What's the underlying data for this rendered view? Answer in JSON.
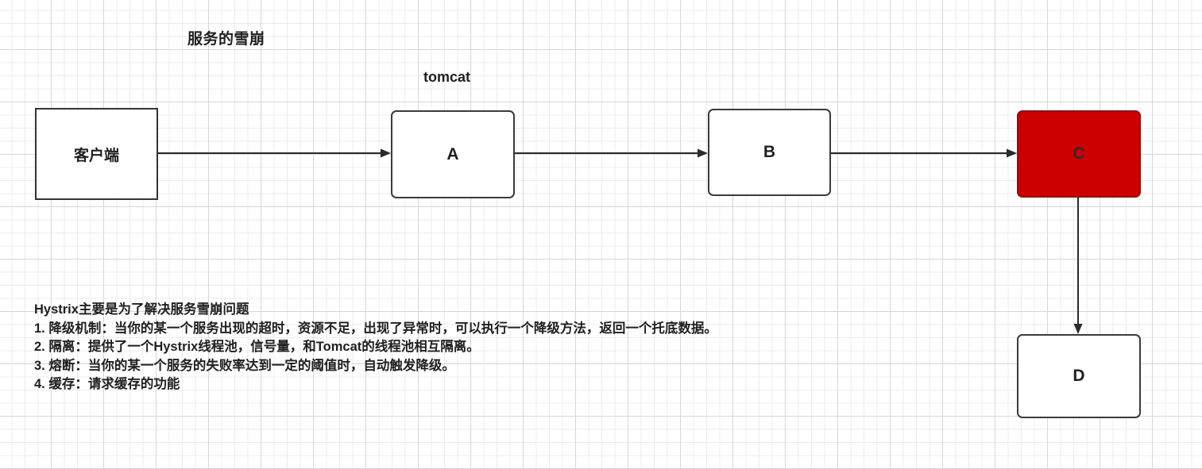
{
  "diagram": {
    "title": "服务的雪崩",
    "annotation_tomcat": "tomcat",
    "nodes": [
      {
        "id": "client",
        "label": "客户端",
        "shape": "rectangle",
        "fill": "#ffffff",
        "border": "#333333"
      },
      {
        "id": "a",
        "label": "A",
        "shape": "rounded-rectangle",
        "fill": "#ffffff",
        "border": "#3b3b3b"
      },
      {
        "id": "b",
        "label": "B",
        "shape": "rounded-rectangle",
        "fill": "#ffffff",
        "border": "#3b3b3b"
      },
      {
        "id": "c",
        "label": "C",
        "shape": "rounded-rectangle",
        "fill": "#CC0000",
        "border": "#8f1111"
      },
      {
        "id": "d",
        "label": "D",
        "shape": "rounded-rectangle",
        "fill": "#ffffff",
        "border": "#3b3b3b"
      }
    ],
    "edges": [
      {
        "from": "client",
        "to": "a",
        "direction": "right"
      },
      {
        "from": "a",
        "to": "b",
        "direction": "right"
      },
      {
        "from": "b",
        "to": "c",
        "direction": "right"
      },
      {
        "from": "c",
        "to": "d",
        "direction": "down"
      }
    ]
  },
  "notes": {
    "heading": "Hystrix主要是为了解决服务雪崩问题",
    "items": [
      "1. 降级机制：当你的某一个服务出现的超时，资源不足，出现了异常时，可以执行一个降级方法，返回一个托底数据。",
      "2. 隔离：提供了一个Hystrix线程池，信号量，和Tomcat的线程池相互隔离。",
      "3. 熔断：当你的某一个服务的失败率达到一定的阈值时，自动触发降级。",
      "4. 缓存：请求缓存的功能"
    ]
  }
}
